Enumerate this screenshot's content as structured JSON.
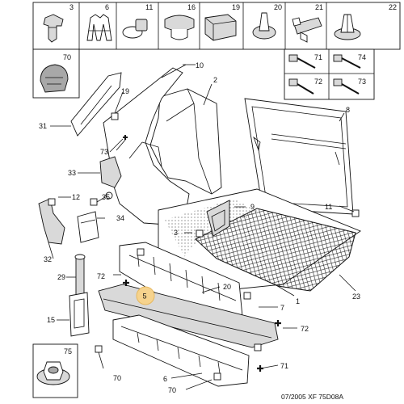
{
  "header_cells": [
    {
      "num": "3",
      "icon": "clip-icon"
    },
    {
      "num": "6",
      "icon": "retainer-clip-icon"
    },
    {
      "num": "11",
      "icon": "cable-tie-icon"
    },
    {
      "num": "16",
      "icon": "push-clip-icon"
    },
    {
      "num": "19",
      "icon": "square-clip-icon"
    },
    {
      "num": "20",
      "icon": "rivet-icon"
    },
    {
      "num": "21",
      "icon": "stud-clip-icon"
    },
    {
      "num": "22",
      "icon": "expanding-rivet-icon"
    }
  ],
  "side_cells": [
    {
      "num": "70",
      "icon": "grommet-icon"
    }
  ],
  "screw_cells": [
    {
      "num": "71",
      "icon": "screw-icon"
    },
    {
      "num": "72",
      "icon": "screw-icon"
    },
    {
      "num": "73",
      "icon": "screw-icon"
    },
    {
      "num": "74",
      "icon": "screw-icon"
    }
  ],
  "nut_cell": {
    "num": "75",
    "icon": "flange-nut-icon"
  },
  "callouts": {
    "c1": "1",
    "c2": "2",
    "c3": "3",
    "c5": "5",
    "c6": "6",
    "c7": "7",
    "c8": "8",
    "c9": "9",
    "c11": "11",
    "c12": "12",
    "c15": "15",
    "c19": "19",
    "c20": "20",
    "c23": "23",
    "c29": "29",
    "c31": "31",
    "c32": "32",
    "c33": "33",
    "c34": "34",
    "c35": "35",
    "c70a": "70",
    "c70b": "70",
    "c71": "71",
    "c72a": "72",
    "c72b": "72",
    "c73": "73"
  },
  "footer": "07/2005  XF 75D08A"
}
